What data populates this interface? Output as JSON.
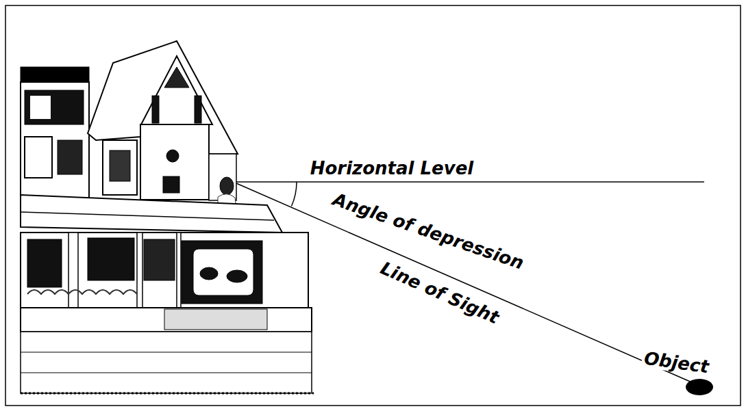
{
  "diagram": {
    "labels": [
      "Horizontal Level",
      "Angle of depression",
      "Line of Sight",
      "Object"
    ]
  }
}
